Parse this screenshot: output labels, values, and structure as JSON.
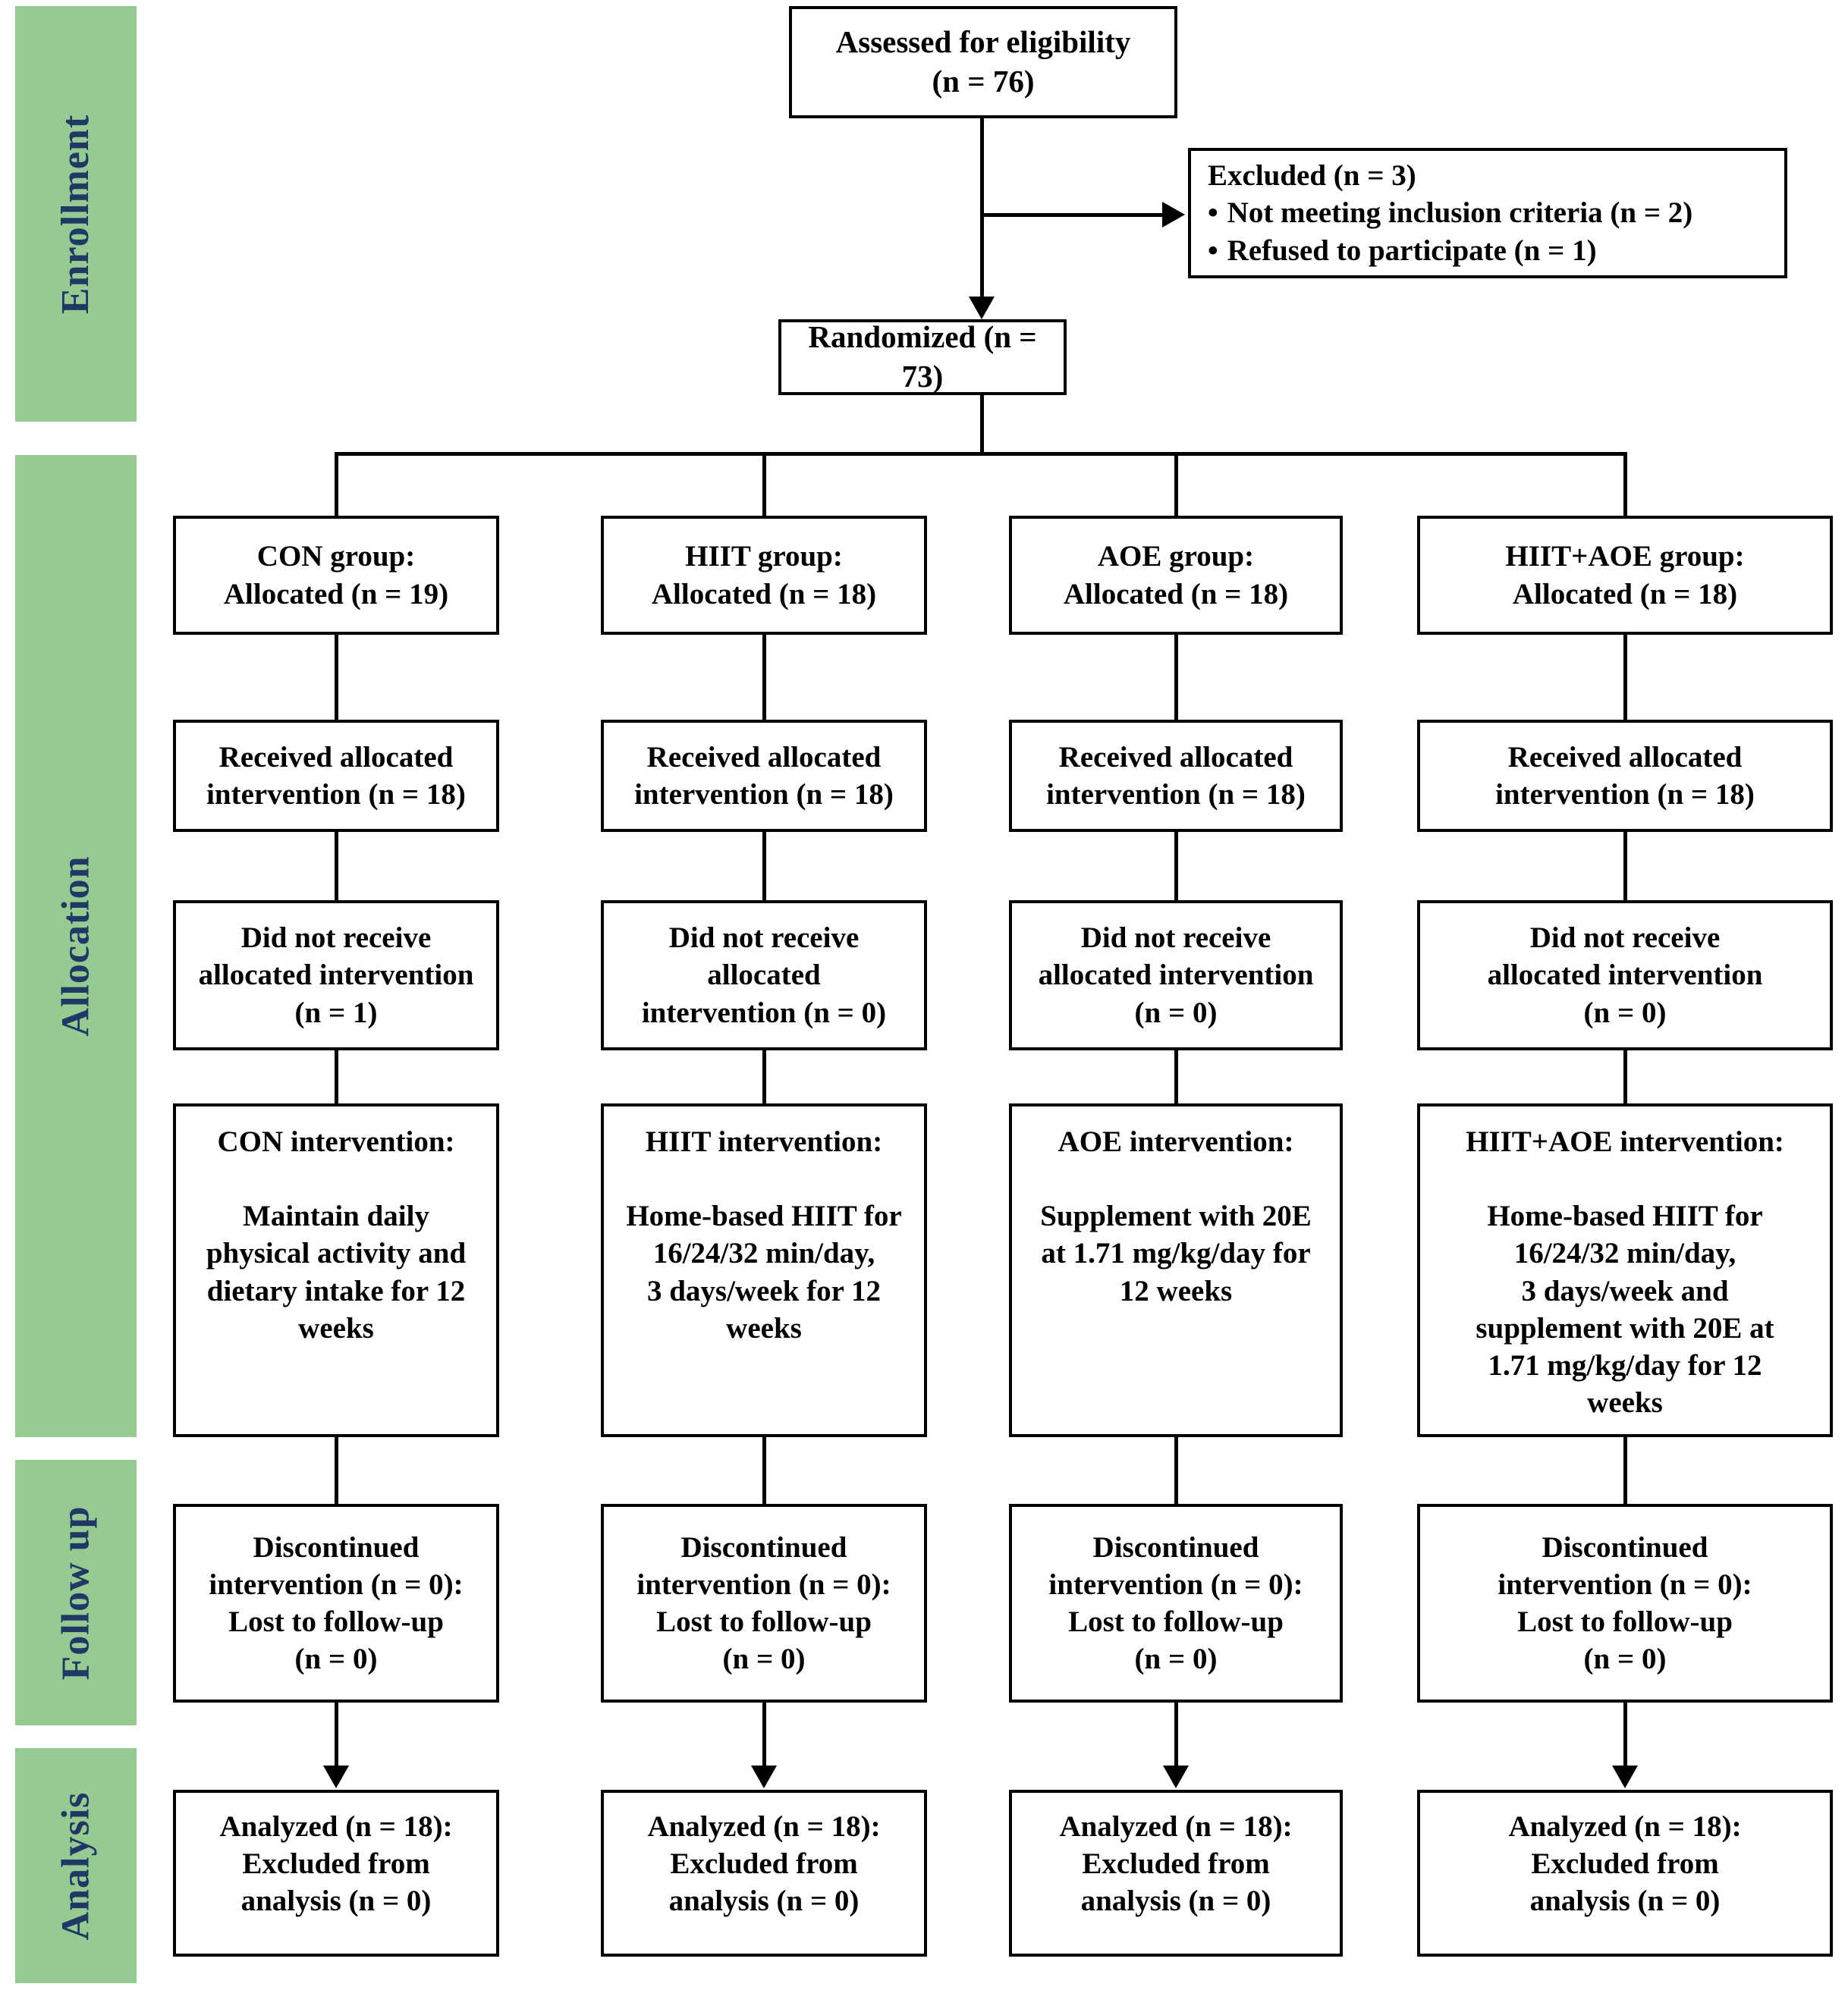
{
  "diagram": {
    "title": "CONSORT participant flow diagram",
    "accent_green": "#95cb93",
    "label_navy": "#1f3864",
    "line_color": "#000000"
  },
  "stages": [
    {
      "id": "enrollment",
      "label": "Enrollment"
    },
    {
      "id": "allocation",
      "label": "Allocation"
    },
    {
      "id": "followup",
      "label": "Follow up"
    },
    {
      "id": "analysis",
      "label": "Analysis"
    }
  ],
  "enrollment": {
    "assessed": {
      "line1": "Assessed for eligibility",
      "line2": "(n = 76)"
    },
    "excluded": {
      "heading": "Excluded (n = 3)",
      "bullet_glyph": "•",
      "items": [
        "Not meeting inclusion criteria (n = 2)",
        "Refused to participate (n = 1)"
      ]
    },
    "randomized": {
      "line1": "Randomized (n = 73)"
    }
  },
  "columns": [
    {
      "key": "con",
      "allocated": {
        "line1": "CON group:",
        "line2": "Allocated (n = 19)"
      },
      "received": {
        "line1": "Received allocated",
        "line2": "intervention (n = 18)"
      },
      "not_received": {
        "line1": "Did not receive",
        "line2": "allocated intervention",
        "line3": "(n = 1)"
      },
      "intervention": {
        "title": "CON intervention:",
        "body": [
          "Maintain daily",
          "physical activity and",
          "dietary intake for 12",
          "weeks"
        ]
      },
      "followup": {
        "line1": "Discontinued",
        "line2": "intervention (n = 0):",
        "line3": "Lost to follow-up",
        "line4": "(n = 0)"
      },
      "analysis": {
        "line1": "Analyzed (n = 18):",
        "line2": "Excluded from",
        "line3": "analysis (n = 0)"
      }
    },
    {
      "key": "hiit",
      "allocated": {
        "line1": "HIIT group:",
        "line2": "Allocated (n = 18)"
      },
      "received": {
        "line1": "Received allocated",
        "line2": "intervention (n = 18)"
      },
      "not_received": {
        "line1": "Did not receive",
        "line2": "allocated",
        "line3": "intervention (n = 0)"
      },
      "intervention": {
        "title": "HIIT intervention:",
        "body": [
          "Home-based HIIT for",
          "16/24/32 min/day,",
          "3 days/week for 12",
          "weeks"
        ]
      },
      "followup": {
        "line1": "Discontinued",
        "line2": "intervention (n = 0):",
        "line3": "Lost to follow-up",
        "line4": "(n = 0)"
      },
      "analysis": {
        "line1": "Analyzed (n = 18):",
        "line2": "Excluded from",
        "line3": "analysis (n = 0)"
      }
    },
    {
      "key": "aoe",
      "allocated": {
        "line1": "AOE group:",
        "line2": "Allocated (n = 18)"
      },
      "received": {
        "line1": "Received allocated",
        "line2": "intervention (n = 18)"
      },
      "not_received": {
        "line1": "Did not receive",
        "line2": "allocated intervention",
        "line3": "(n = 0)"
      },
      "intervention": {
        "title": "AOE intervention:",
        "body": [
          "Supplement with 20E",
          "at 1.71 mg/kg/day for",
          "12 weeks"
        ]
      },
      "followup": {
        "line1": "Discontinued",
        "line2": "intervention (n = 0):",
        "line3": "Lost to follow-up",
        "line4": "(n = 0)"
      },
      "analysis": {
        "line1": "Analyzed (n = 18):",
        "line2": "Excluded from",
        "line3": "analysis (n = 0)"
      }
    },
    {
      "key": "hiit_aoe",
      "allocated": {
        "line1": "HIIT+AOE group:",
        "line2": "Allocated (n = 18)"
      },
      "received": {
        "line1": "Received allocated",
        "line2": "intervention (n = 18)"
      },
      "not_received": {
        "line1": "Did not receive",
        "line2": "allocated intervention",
        "line3": "(n = 0)"
      },
      "intervention": {
        "title": "HIIT+AOE intervention:",
        "body": [
          "Home-based HIIT for",
          "16/24/32 min/day,",
          "3 days/week and",
          "supplement with 20E at",
          "1.71 mg/kg/day for 12",
          "weeks"
        ]
      },
      "followup": {
        "line1": "Discontinued",
        "line2": "intervention (n = 0):",
        "line3": "Lost to follow-up",
        "line4": "(n = 0)"
      },
      "analysis": {
        "line1": "Analyzed (n = 18):",
        "line2": "Excluded from",
        "line3": "analysis (n = 0)"
      }
    }
  ]
}
